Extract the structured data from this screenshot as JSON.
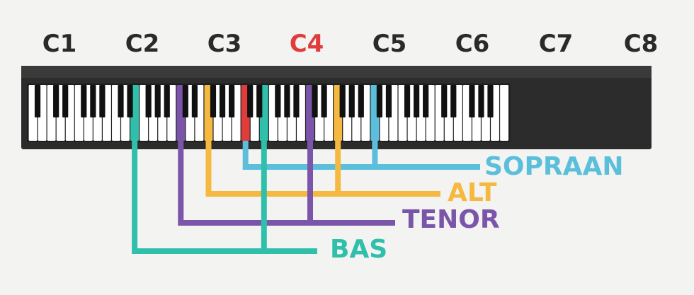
{
  "octave_labels": [
    {
      "text": "C1",
      "color": "#2a2a2a"
    },
    {
      "text": "C2",
      "color": "#2a2a2a"
    },
    {
      "text": "C3",
      "color": "#2a2a2a"
    },
    {
      "text": "C4",
      "color": "#e03c3c"
    },
    {
      "text": "C5",
      "color": "#2a2a2a"
    },
    {
      "text": "C6",
      "color": "#2a2a2a"
    },
    {
      "text": "C7",
      "color": "#2a2a2a"
    },
    {
      "text": "C8",
      "color": "#2a2a2a"
    }
  ],
  "keyboard": {
    "white_keys": 52,
    "highlighted_middle_c": {
      "key": "C4",
      "color": "#e03c3c"
    }
  },
  "voice_ranges": [
    {
      "name": "SOPRAAN",
      "color": "#5bbfdc",
      "low": "C4",
      "high": "C6"
    },
    {
      "name": "ALT",
      "color": "#f5b841",
      "low": "F3",
      "high": "F5"
    },
    {
      "name": "TENOR",
      "color": "#7b55a9",
      "low": "C3",
      "high": "C5"
    },
    {
      "name": "BAS",
      "color": "#2fbfab",
      "low": "E2",
      "high": "E4"
    }
  ]
}
